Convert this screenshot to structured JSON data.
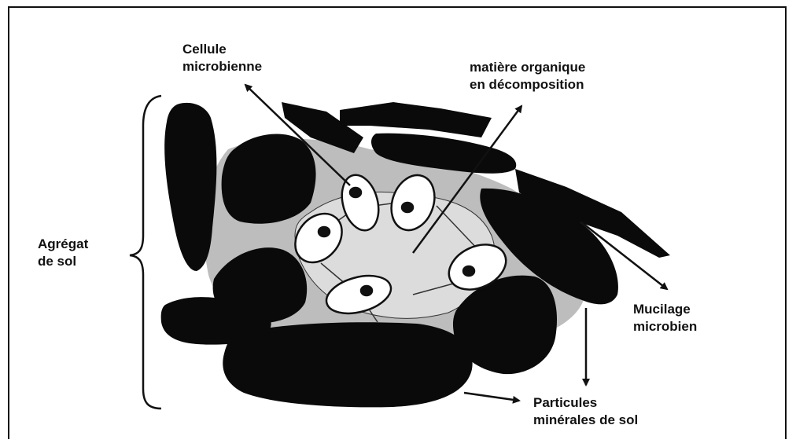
{
  "labels": {
    "cellule": "Cellule\nmicrobienne",
    "matiere": "matière organique\nen décomposition",
    "agregat": "Agrégat\nde sol",
    "mucilage": "Mucilage\nmicrobien",
    "particules": "Particules\nminérales de sol"
  },
  "colors": {
    "particle": "#0a0a0a",
    "mucilage": "#bdbdbd",
    "organic_matter": "#dcdcdc",
    "cell": "#ffffff",
    "line": "#111111"
  }
}
